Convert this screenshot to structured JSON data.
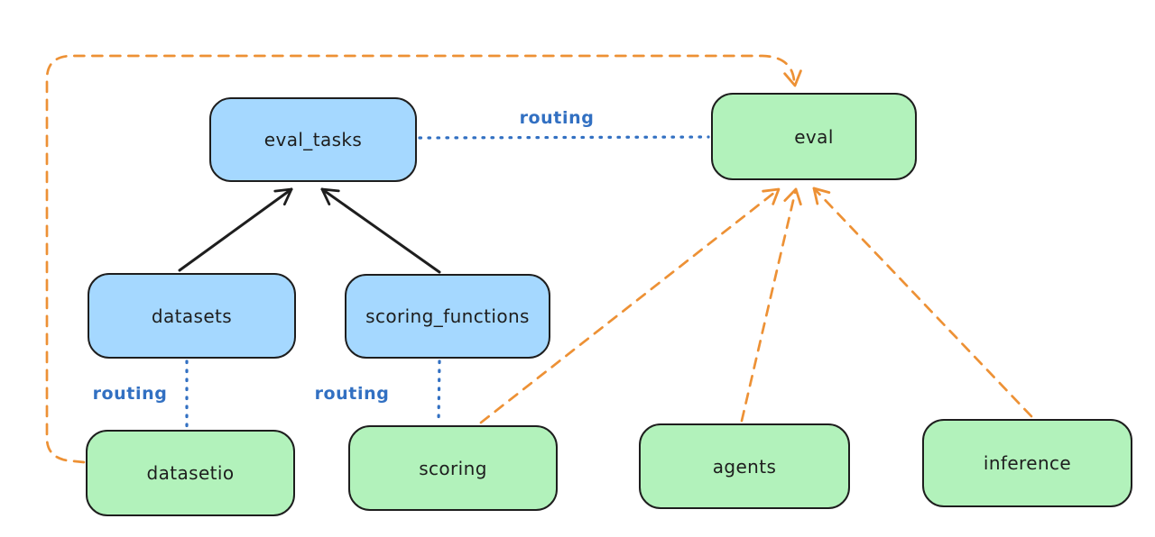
{
  "diagram": {
    "title": "",
    "background": "#ffffff",
    "colors": {
      "background": "#ffffff",
      "blue_fill": "#a5d8ff",
      "green_fill": "#b2f2bb",
      "stroke": "#1e1e1e",
      "orange": "#ed9135",
      "routing_blue": "#3270c2"
    },
    "nodes": {
      "eval_tasks": {
        "label": "eval_tasks",
        "color": "blue"
      },
      "eval": {
        "label": "eval",
        "color": "green"
      },
      "datasets": {
        "label": "datasets",
        "color": "blue"
      },
      "scoring_functions": {
        "label": "scoring_functions",
        "color": "blue"
      },
      "datasetio": {
        "label": "datasetio",
        "color": "green"
      },
      "scoring": {
        "label": "scoring",
        "color": "green"
      },
      "agents": {
        "label": "agents",
        "color": "green"
      },
      "inference": {
        "label": "inference",
        "color": "green"
      }
    },
    "edges": [
      {
        "from": "datasets",
        "to": "eval_tasks",
        "style": "solid",
        "color": "black",
        "arrow": true,
        "label": ""
      },
      {
        "from": "scoring_functions",
        "to": "eval_tasks",
        "style": "solid",
        "color": "black",
        "arrow": true,
        "label": ""
      },
      {
        "from": "eval_tasks",
        "to": "eval",
        "style": "dotted",
        "color": "blue",
        "arrow": false,
        "label": "routing"
      },
      {
        "from": "datasets",
        "to": "datasetio",
        "style": "dotted",
        "color": "blue",
        "arrow": false,
        "label": "routing"
      },
      {
        "from": "scoring_functions",
        "to": "scoring",
        "style": "dotted",
        "color": "blue",
        "arrow": false,
        "label": "routing"
      },
      {
        "from": "datasetio",
        "to": "eval",
        "style": "dashed",
        "color": "orange",
        "arrow": true,
        "label": ""
      },
      {
        "from": "scoring",
        "to": "eval",
        "style": "dashed",
        "color": "orange",
        "arrow": true,
        "label": ""
      },
      {
        "from": "agents",
        "to": "eval",
        "style": "dashed",
        "color": "orange",
        "arrow": true,
        "label": ""
      },
      {
        "from": "inference",
        "to": "eval",
        "style": "dashed",
        "color": "orange",
        "arrow": true,
        "label": ""
      }
    ]
  }
}
